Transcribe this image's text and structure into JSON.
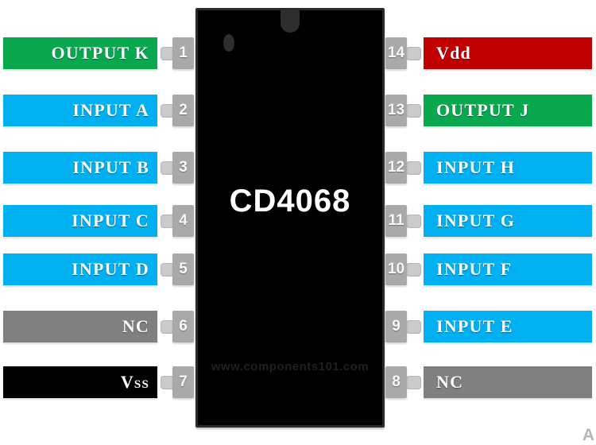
{
  "chip": {
    "title": "CD4068",
    "watermark": "www.components101.com"
  },
  "corner_mark": "A",
  "colors": {
    "output": "#0aa84e",
    "input": "#00b0f0",
    "nc": "#808080",
    "power": "#c00000",
    "ground": "#000000",
    "pin": "#a9a9a9",
    "chip": "#000000"
  },
  "left_pins": [
    {
      "number": "1",
      "label": "OUTPUT K",
      "type": "output"
    },
    {
      "number": "2",
      "label": "INPUT A",
      "type": "input"
    },
    {
      "number": "3",
      "label": "INPUT B",
      "type": "input"
    },
    {
      "number": "4",
      "label": "INPUT C",
      "type": "input"
    },
    {
      "number": "5",
      "label": "INPUT D",
      "type": "input"
    },
    {
      "number": "6",
      "label": "NC",
      "type": "nc"
    },
    {
      "number": "7",
      "label": "Vss",
      "type": "ground"
    }
  ],
  "right_pins": [
    {
      "number": "14",
      "label": "Vdd",
      "type": "power"
    },
    {
      "number": "13",
      "label": "OUTPUT J",
      "type": "output"
    },
    {
      "number": "12",
      "label": "INPUT H",
      "type": "input"
    },
    {
      "number": "11",
      "label": "INPUT G",
      "type": "input"
    },
    {
      "number": "10",
      "label": "INPUT F",
      "type": "input"
    },
    {
      "number": "9",
      "label": "INPUT E",
      "type": "input"
    },
    {
      "number": "8",
      "label": "NC",
      "type": "nc"
    }
  ]
}
